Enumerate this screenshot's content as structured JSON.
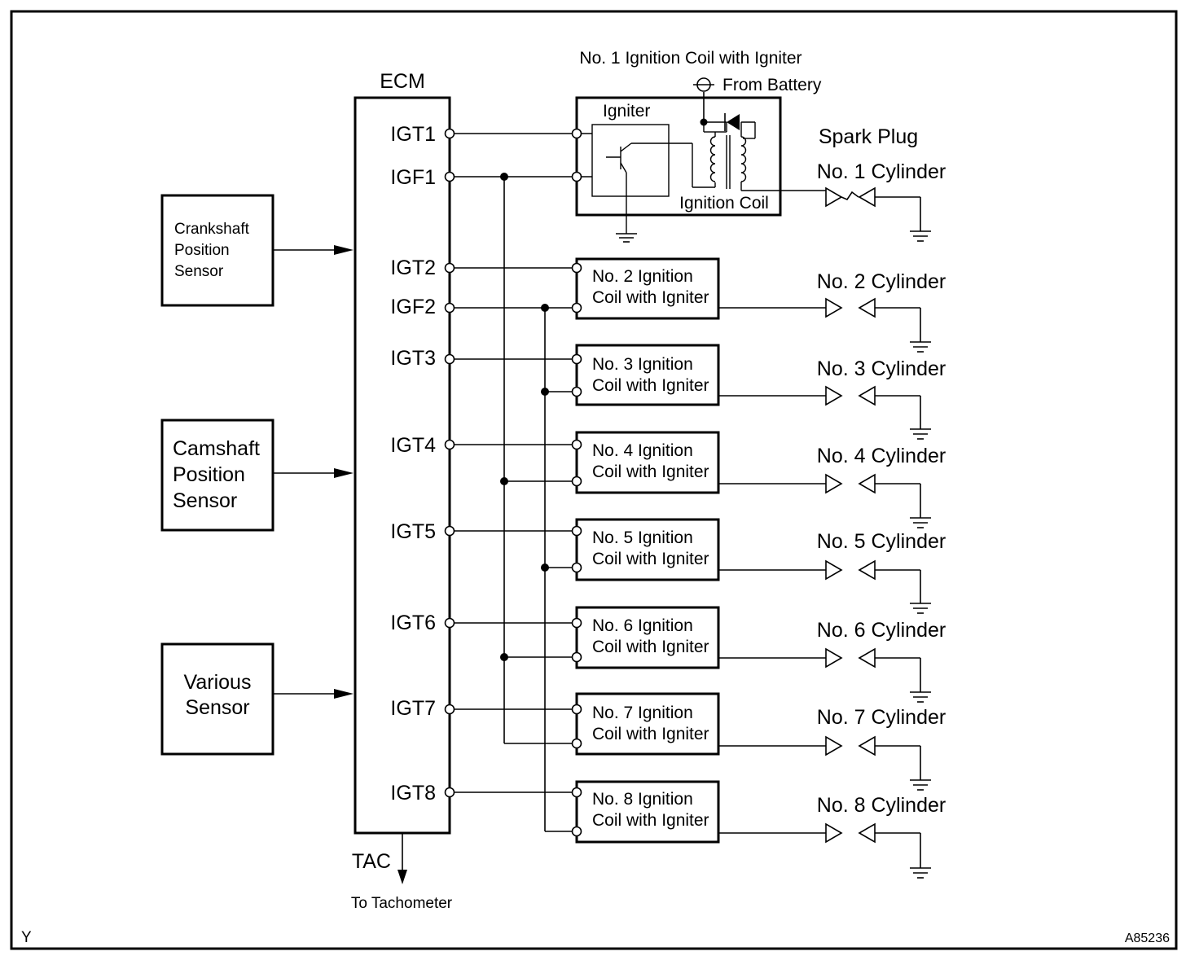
{
  "ecm": {
    "title": "ECM",
    "pins": [
      "IGT1",
      "IGF1",
      "IGT2",
      "IGF2",
      "IGT3",
      "IGT4",
      "IGT5",
      "IGT6",
      "IGT7",
      "IGT8"
    ],
    "tac_label": "TAC",
    "tac_dest": "To Tachometer"
  },
  "sensors": [
    {
      "lines": [
        "Crankshaft",
        "Position",
        "Sensor"
      ]
    },
    {
      "lines": [
        "Camshaft",
        "Position",
        "Sensor"
      ]
    },
    {
      "lines": [
        "Various",
        "Sensor"
      ]
    }
  ],
  "coil1": {
    "title": "No. 1 Ignition Coil with Igniter",
    "from_battery": "From Battery",
    "igniter_label": "Igniter",
    "ignition_coil_label": "Ignition Coil"
  },
  "coils": [
    {
      "line1": "No. 2 Ignition",
      "line2": "Coil with Igniter"
    },
    {
      "line1": "No. 3 Ignition",
      "line2": "Coil with Igniter"
    },
    {
      "line1": "No. 4 Ignition",
      "line2": "Coil with Igniter"
    },
    {
      "line1": "No. 5 Ignition",
      "line2": "Coil with Igniter"
    },
    {
      "line1": "No. 6 Ignition",
      "line2": "Coil with Igniter"
    },
    {
      "line1": "No. 7 Ignition",
      "line2": "Coil with Igniter"
    },
    {
      "line1": "No. 8 Ignition",
      "line2": "Coil with Igniter"
    }
  ],
  "spark_plug_label": "Spark Plug",
  "cylinders": [
    "No. 1 Cylinder",
    "No. 2 Cylinder",
    "No. 3 Cylinder",
    "No. 4 Cylinder",
    "No. 5 Cylinder",
    "No. 6 Cylinder",
    "No. 7 Cylinder",
    "No. 8 Cylinder"
  ],
  "corner_left": "Y",
  "corner_right": "A85236"
}
